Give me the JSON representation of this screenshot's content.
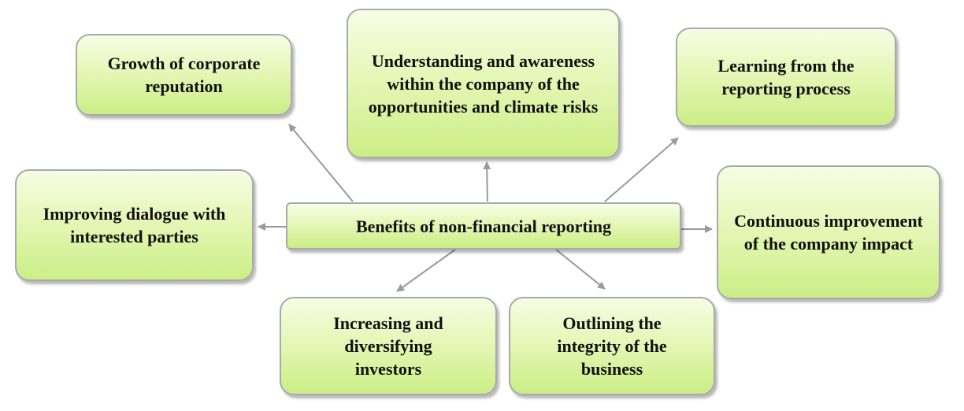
{
  "diagram": {
    "center": "Benefits of non-financial reporting",
    "benefits": {
      "corporate_reputation": "Growth of corporate reputation",
      "awareness": "Understanding and awareness within the company of the opportunities and climate risks",
      "learning": "Learning from the reporting process",
      "dialogue": "Improving dialogue with interested parties",
      "improvement": "Continuous improvement of the company impact",
      "investors": "Increasing and diversifying investors",
      "integrity": "Outlining the integrity of the business"
    },
    "colors": {
      "box_fill_top": "#f6fde4",
      "box_fill_bottom": "#cbee86",
      "box_border": "#a9a9a9",
      "arrow": "#9a9a9a"
    }
  }
}
